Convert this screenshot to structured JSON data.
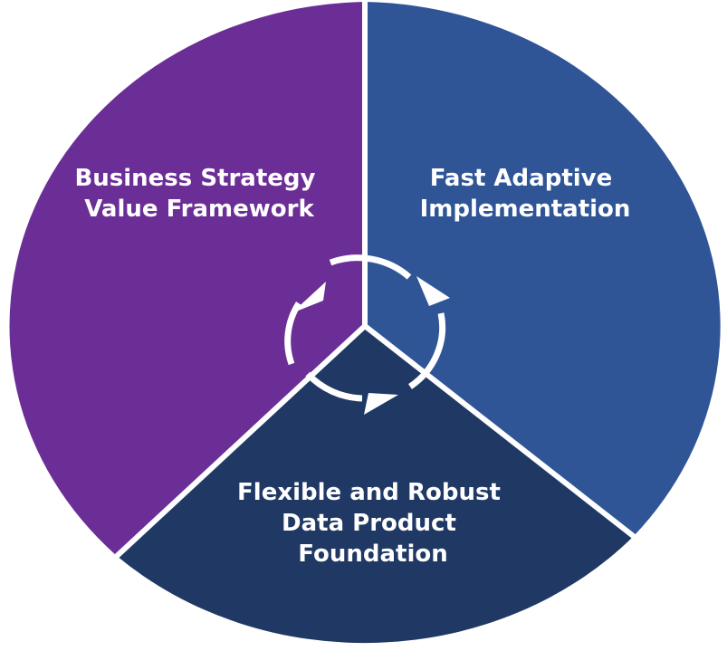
{
  "diagram": {
    "segments": [
      {
        "id": "business-strategy",
        "label_lines": [
          "Business Strategy",
          "Value Framework"
        ],
        "color": "#6B2D96"
      },
      {
        "id": "fast-adaptive",
        "label_lines": [
          "Fast Adaptive",
          "Implementation"
        ],
        "color": "#2F5597"
      },
      {
        "id": "flexible-foundation",
        "label_lines": [
          "Flexible and Robust",
          "Data Product",
          "Foundation"
        ],
        "color": "#1F3864"
      }
    ],
    "separator_color": "#ffffff",
    "cycle_arrows": {
      "icon": "cycle-arrows-icon",
      "color": "#ffffff"
    }
  }
}
